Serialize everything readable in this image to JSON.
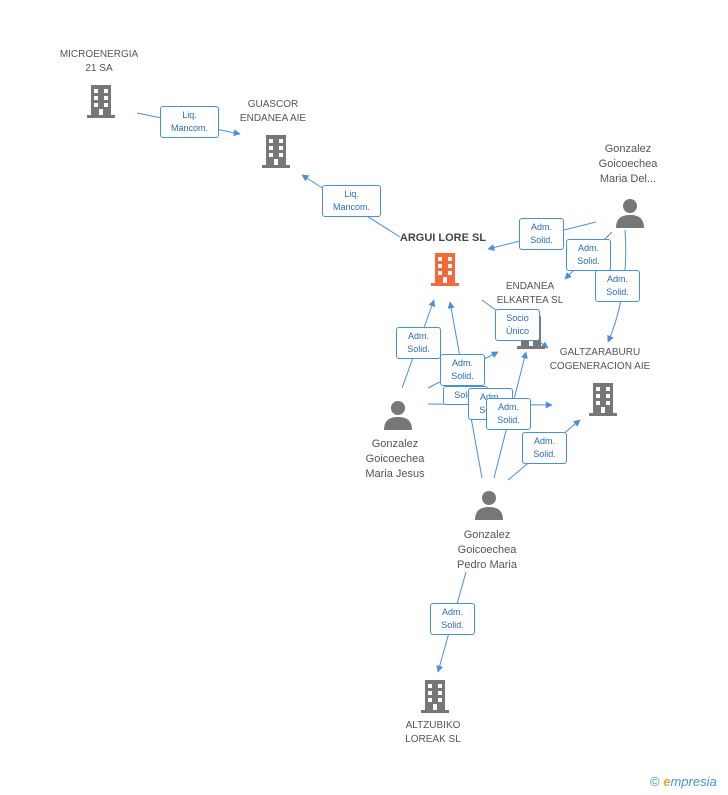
{
  "nodes": {
    "microenergia": {
      "label": "MICROENERGIA\n21 SA",
      "kind": "building-icon",
      "color": "#777777"
    },
    "guascor": {
      "label": "GUASCOR\nENDANEA AIE",
      "kind": "building-icon",
      "color": "#777777"
    },
    "argui": {
      "label": "ARGUI LORE SL",
      "kind": "building-icon",
      "color": "#f26a3a"
    },
    "endanea": {
      "label": "ENDANEA\nELKARTEA SL",
      "kind": "building-icon",
      "color": "#777777"
    },
    "galtzaraburu": {
      "label": "GALTZARABURU\nCOGENERACION AIE",
      "kind": "building-icon",
      "color": "#777777"
    },
    "altzubiko": {
      "label": "ALTZUBIKO\nLOREAK SL",
      "kind": "building-icon",
      "color": "#777777"
    },
    "maria_del": {
      "label": "Gonzalez\nGoicoechea\nMaria Del...",
      "kind": "person-icon",
      "color": "#777777"
    },
    "maria_jesus": {
      "label": "Gonzalez\nGoicoechea\nMaria Jesus",
      "kind": "person-icon",
      "color": "#777777"
    },
    "pedro_maria": {
      "label": "Gonzalez\nGoicoechea\nPedro Maria",
      "kind": "person-icon",
      "color": "#777777"
    }
  },
  "relations": {
    "r1": "Liq.\nMancom.",
    "r2": "Liq.\nMancom.",
    "r3": "Adm.\nSolid.",
    "r4": "Adm.\nSolid.",
    "r5": "Adm.\nSolid.",
    "r6": "Socio\nÚnico",
    "r7": "Adm.\nSolid.",
    "r8": "Adm.\nSolid.",
    "r9": "Solid.",
    "r10": "Adm.\nSolid.",
    "r11": "Adm.\nSolid.",
    "r12": "Adm.\nSolid.",
    "r13": "Adm.\nSolid."
  },
  "colors": {
    "edge": "#4a90d9",
    "box_border": "#4a90d9",
    "box_text": "#2a6bb5"
  },
  "brand": {
    "copyright": "©",
    "e": "e",
    "rest": "mpresia"
  }
}
